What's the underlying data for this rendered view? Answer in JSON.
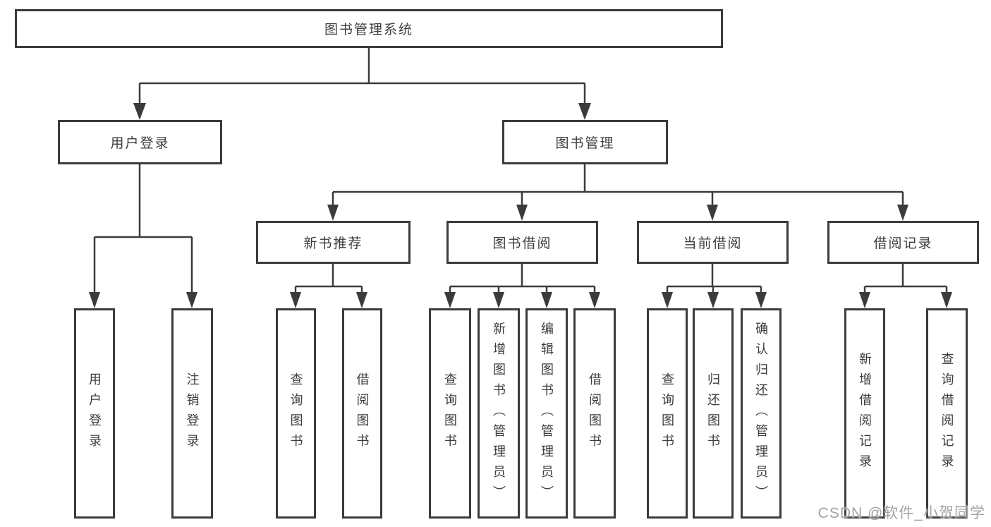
{
  "diagram": {
    "root_label": "图书管理系统",
    "branches": [
      {
        "label": "用户登录",
        "children": [
          "用户登录",
          "注销登录"
        ]
      },
      {
        "label": "图书管理",
        "sections": [
          {
            "label": "新书推荐",
            "children": [
              "查询图书",
              "借阅图书"
            ]
          },
          {
            "label": "图书借阅",
            "children": [
              "查询图书",
              "新增图书（管理员）",
              "编辑图书（管理员）",
              "借阅图书"
            ]
          },
          {
            "label": "当前借阅",
            "children": [
              "查询图书",
              "归还图书",
              "确认归还（管理员）"
            ]
          },
          {
            "label": "借阅记录",
            "children": [
              "新增借阅记录",
              "查询借阅记录"
            ]
          }
        ]
      }
    ]
  },
  "watermark": "CSDN @软件_小贺同学",
  "colors": {
    "line": "#3b3b3b",
    "text": "#3d3d3d",
    "watermark": "#a3a3a3",
    "background": "#ffffff"
  }
}
